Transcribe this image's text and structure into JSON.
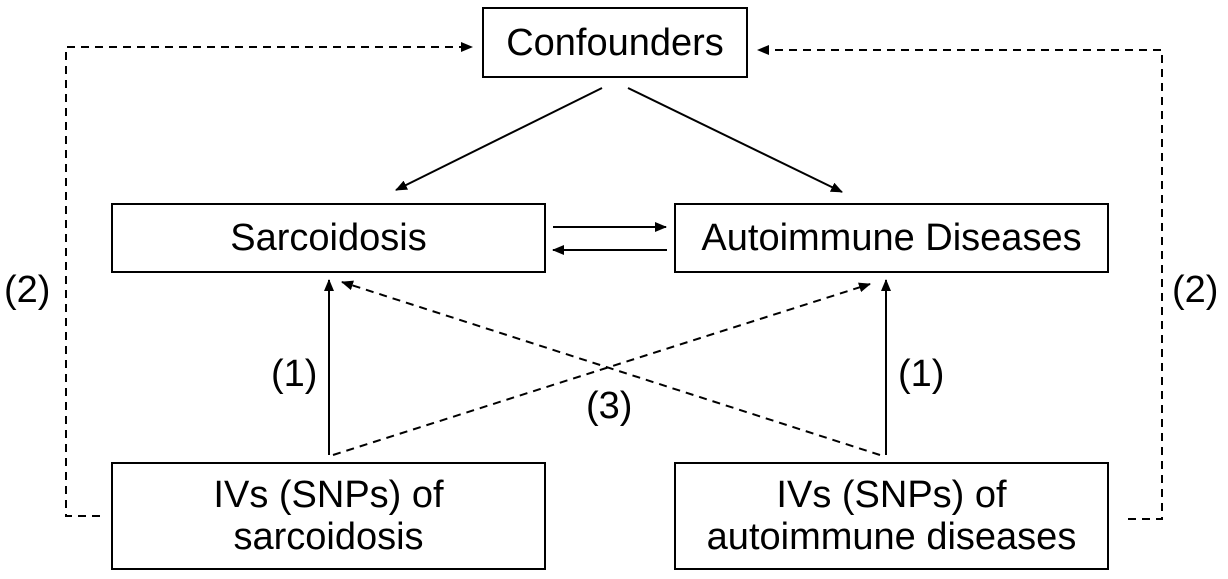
{
  "nodes": {
    "confounders": "Confounders",
    "sarcoidosis": "Sarcoidosis",
    "autoimmune_diseases": "Autoimmune Diseases",
    "ivs_sarcoidosis": {
      "line1": "IVs (SNPs) of",
      "line2": "sarcoidosis"
    },
    "ivs_autoimmune": {
      "line1": "IVs (SNPs) of",
      "line2": "autoimmune diseases"
    }
  },
  "labels": {
    "path_1": "(1)",
    "path_2": "(2)",
    "path_3": "(3)"
  },
  "colors": {
    "line": "#000000",
    "background": "#ffffff"
  }
}
